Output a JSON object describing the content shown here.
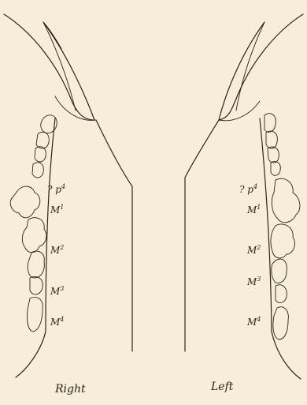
{
  "captions": {
    "right": "Right",
    "left": "Left"
  },
  "right_jaw": {
    "labels": [
      {
        "base": "? p",
        "sup": "4"
      },
      {
        "base": "M",
        "sup": "1"
      },
      {
        "base": "M",
        "sup": "2"
      },
      {
        "base": "M",
        "sup": "3"
      },
      {
        "base": "M",
        "sup": "4"
      }
    ]
  },
  "left_jaw": {
    "labels": [
      {
        "base": "? p",
        "sup": "4"
      },
      {
        "base": "M",
        "sup": "1"
      },
      {
        "base": "M",
        "sup": "2"
      },
      {
        "base": "M",
        "sup": "3"
      },
      {
        "base": "M",
        "sup": "4"
      }
    ]
  }
}
